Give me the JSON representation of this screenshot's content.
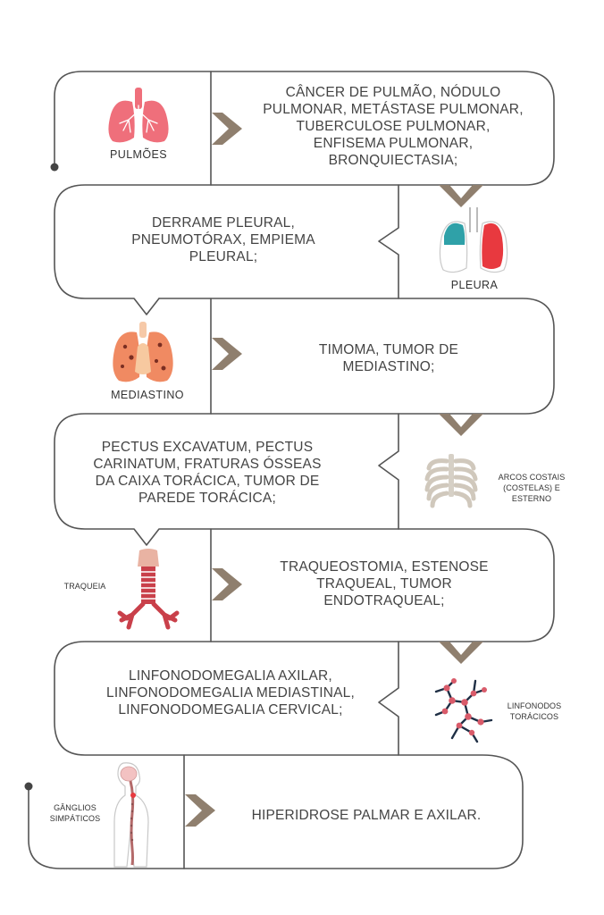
{
  "rows": [
    {
      "organ": "PULMÕES",
      "text": "CÂNCER DE PULMÃO, NÓDULO PULMONAR, METÁSTASE PULMONAR, TUBERCULOSE PULMONAR, ENFISEMA PULMONAR, BRONQUIECTASIA;"
    },
    {
      "organ": "PLEURA",
      "text": "DERRAME PLEURAL, PNEUMOTÓRAX, EMPIEMA PLEURAL;"
    },
    {
      "organ": "MEDIASTINO",
      "text": "TIMOMA, TUMOR DE MEDIASTINO;"
    },
    {
      "organ": "ARCOS COSTAIS (COSTELAS) E ESTERNO",
      "text": "PECTUS EXCAVATUM, PECTUS CARINATUM, FRATURAS ÓSSEAS DA CAIXA TORÁCICA, TUMOR DE PAREDE TORÁCICA;"
    },
    {
      "organ": "TRAQUEIA",
      "text": "TRAQUEOSTOMIA, ESTENOSE TRAQUEAL, TUMOR ENDOTRAQUEAL;"
    },
    {
      "organ": "LINFONODOS TORÁCICOS",
      "text": "LINFONODOMEGALIA AXILAR, LINFONODOMEGALIA MEDIASTINAL, LINFONODOMEGALIA CERVICAL;"
    },
    {
      "organ": "GÂNGLIOS SIMPÁTICOS",
      "text": "HIPERIDROSE PALMAR E AXILAR."
    }
  ],
  "colors": {
    "line": "#555555",
    "arrow": "#8f7f6e",
    "lung": "#ef6f7b",
    "pleura_left": "#2fa1a8",
    "pleura_right": "#e8393f",
    "mediastino": "#f08a62",
    "trachea": "#c9404a",
    "node": "#d95b6a",
    "node_line": "#1f2f45"
  },
  "icons": [
    "lungs-icon",
    "pleura-icon",
    "mediastinum-icon",
    "ribcage-icon",
    "trachea-icon",
    "lymph-nodes-icon",
    "sympathetic-ganglia-icon"
  ]
}
